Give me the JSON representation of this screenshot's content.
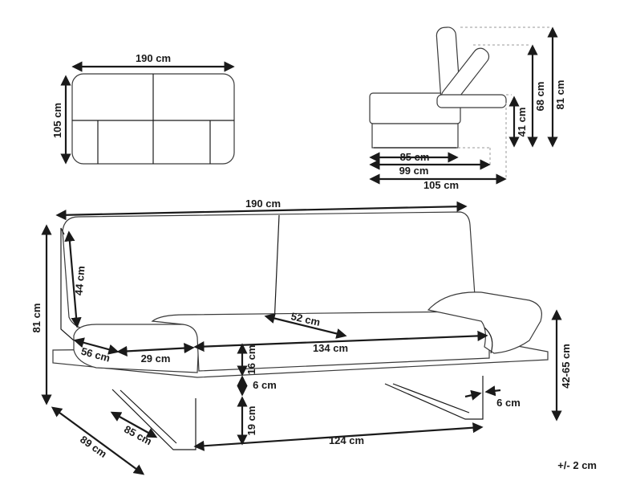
{
  "top_view": {
    "width_label": "190 cm",
    "depth_label": "105 cm"
  },
  "side_view": {
    "seat_depth_label": "85 cm",
    "mid_depth_label": "99 cm",
    "full_depth_label": "105 cm",
    "seat_height_label": "41 cm",
    "arm_height_label": "68 cm",
    "total_height_label": "81 cm"
  },
  "front_view": {
    "width_label": "190 cm",
    "total_height_label": "81 cm",
    "back_height_label": "44 cm",
    "armrest_width_label": "56 cm",
    "armrest_length_label": "29 cm",
    "seat_depth_label": "52 cm",
    "seat_width_label": "134 cm",
    "cushion_height_label": "16 cm",
    "frame_height_label": "6 cm",
    "leg_clearance_label": "19 cm",
    "leg_width_label": "124 cm",
    "leg_thickness_label": "6 cm",
    "arm_height_range_label": "42-65 cm",
    "leg_depth_label": "85 cm",
    "total_depth_label": "89 cm"
  },
  "tolerance_label": "+/- 2 cm"
}
